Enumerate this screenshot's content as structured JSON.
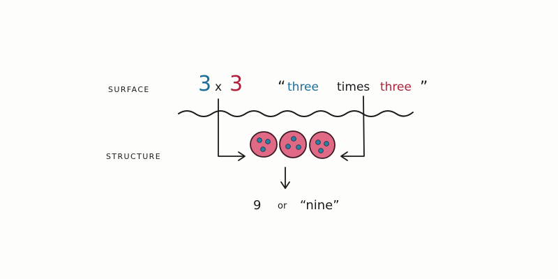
{
  "labels": {
    "surface": "SURFACE",
    "structure": "STRUCTURE"
  },
  "surface_expr": {
    "left_digit": "3",
    "times": "x",
    "right_digit": "3"
  },
  "surface_words": {
    "open_quote": "“",
    "word1": "three",
    "word2": "times",
    "word3": "three",
    "close_quote": "”"
  },
  "result": {
    "number": "9",
    "or": "or",
    "word": "“nine”"
  },
  "colors": {
    "blue": "#1f6f9a",
    "red": "#b0203a",
    "cell_fill": "#e06a86",
    "cell_stroke": "#3a1a22",
    "dot": "#2a7fa6",
    "ink": "#1a1a1a"
  },
  "icons": {
    "group": "three-dot-group-icon",
    "arrow": "arrow-icon"
  }
}
